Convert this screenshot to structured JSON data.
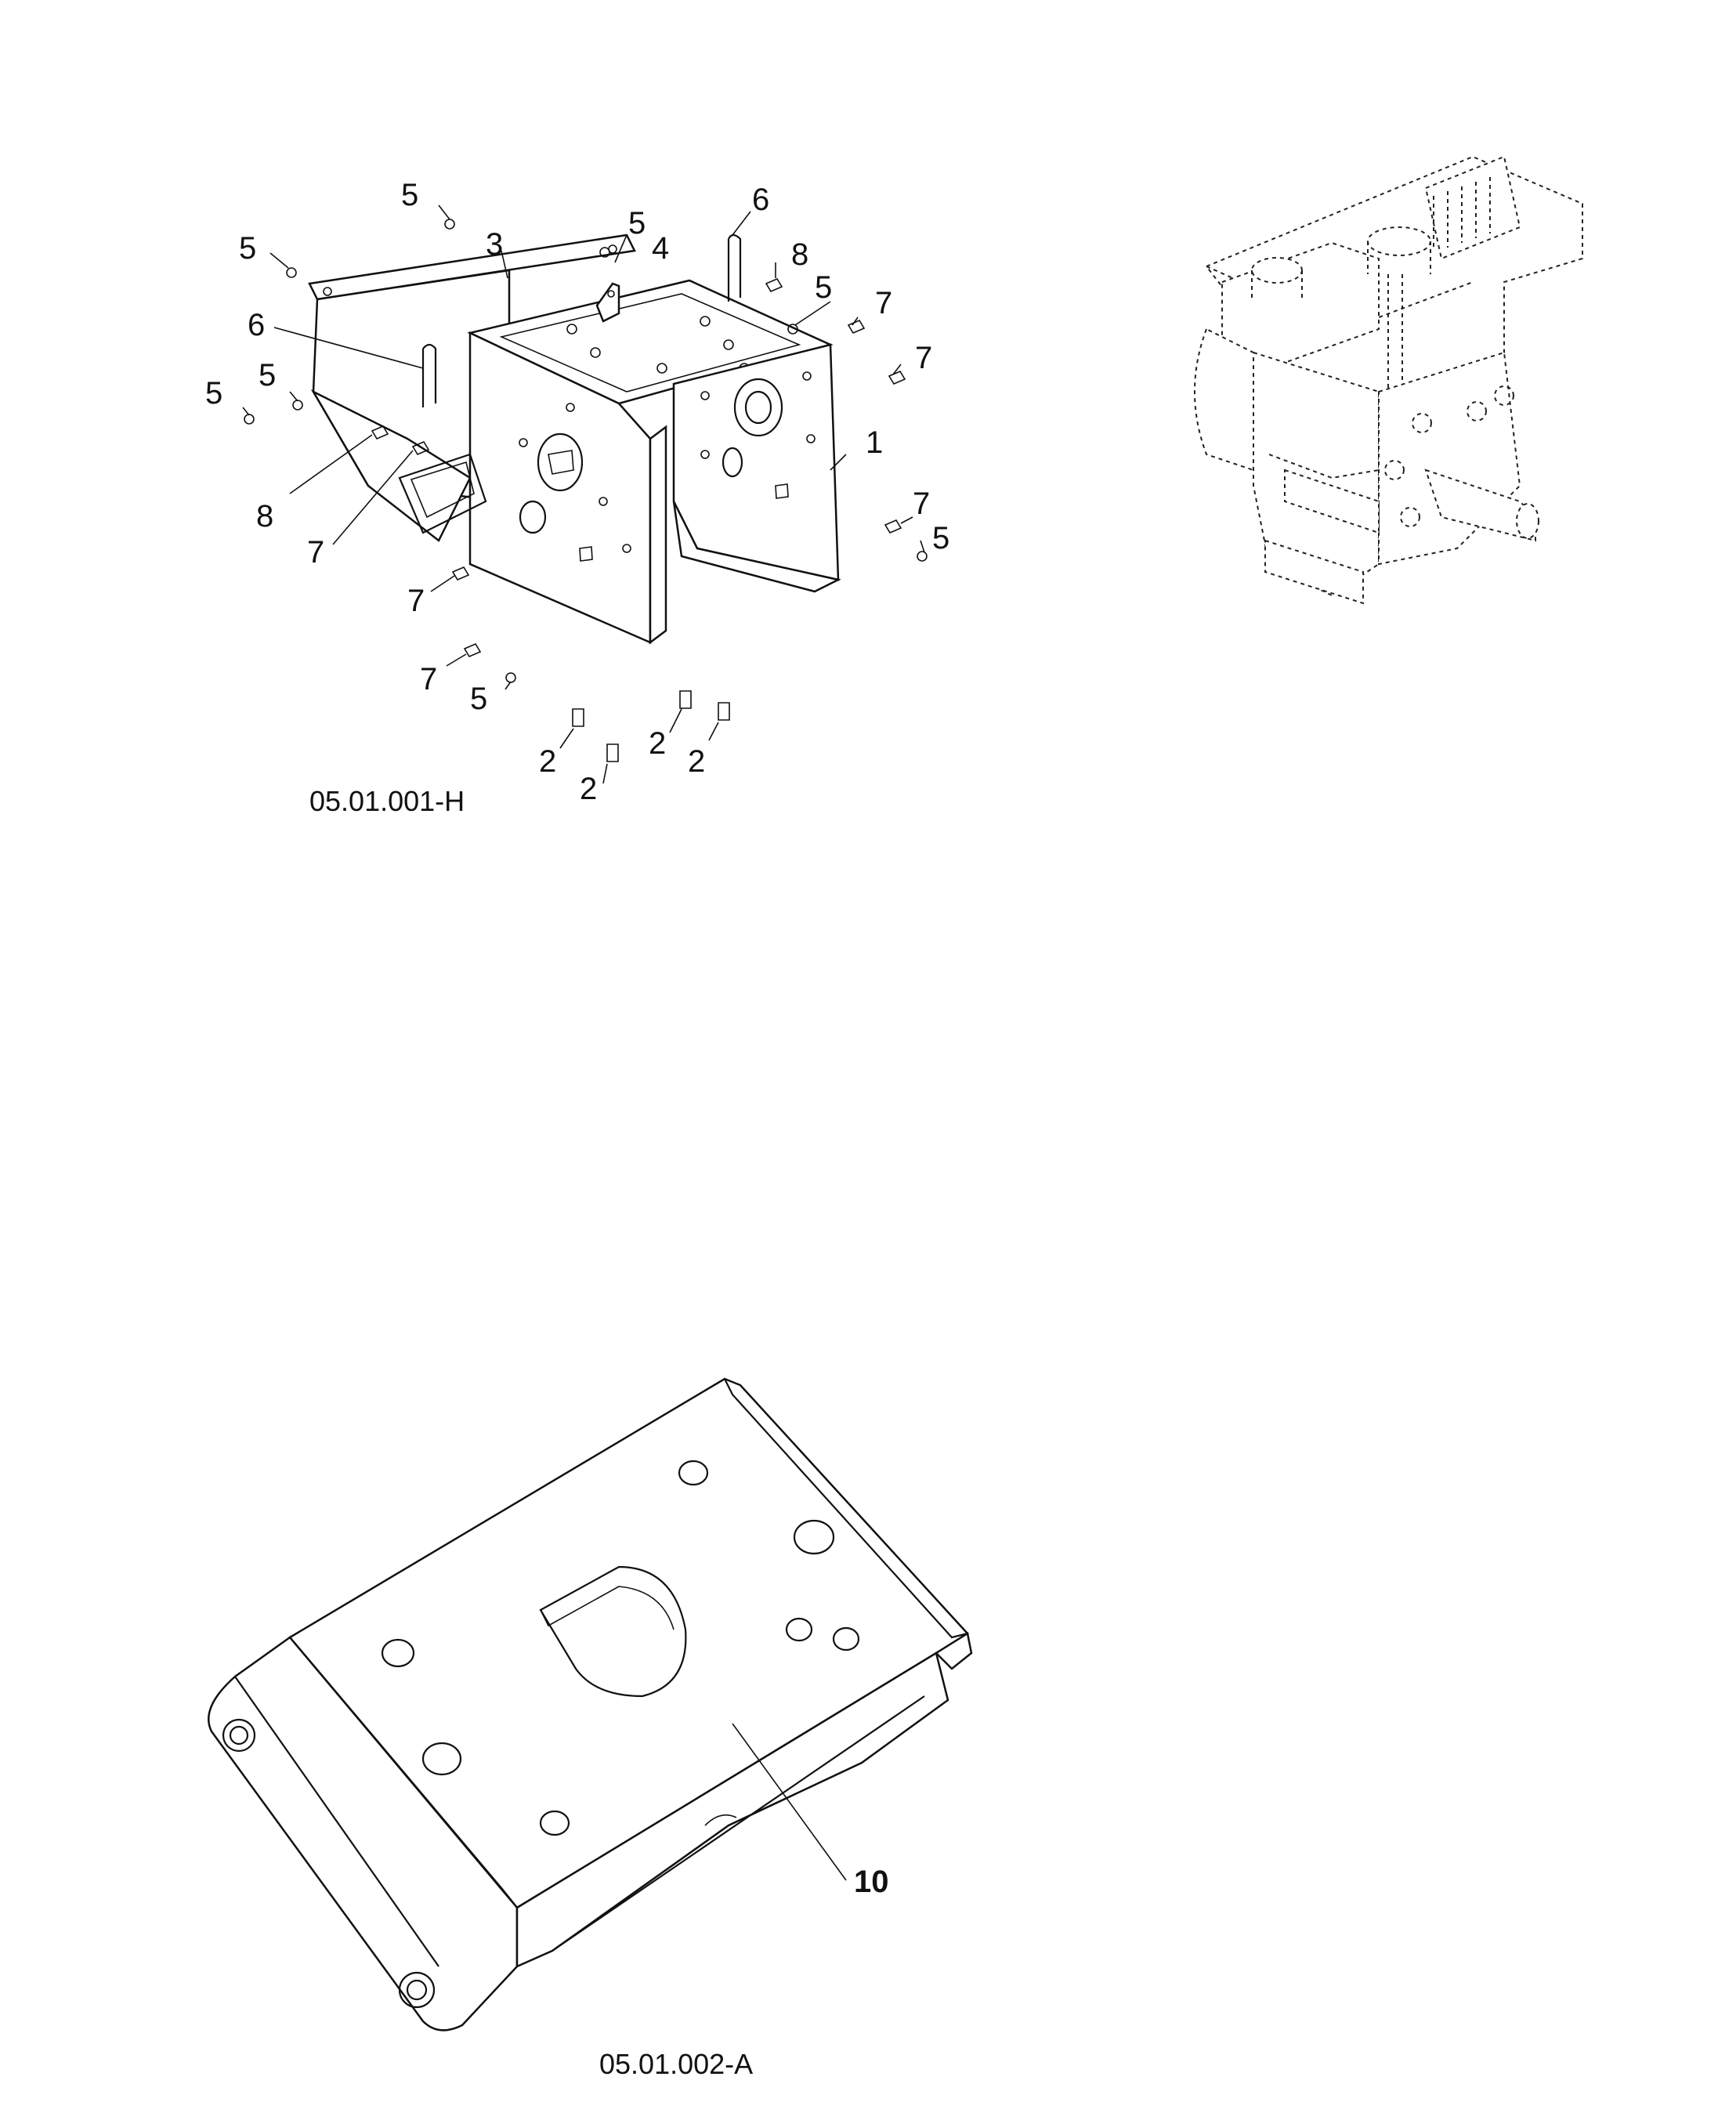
{
  "figures": [
    {
      "ref": "05.01.001-H",
      "callouts": [
        "5",
        "5",
        "3",
        "5",
        "4",
        "6",
        "6",
        "5",
        "5",
        "8",
        "5",
        "7",
        "7",
        "1",
        "8",
        "7",
        "7",
        "5",
        "7",
        "7",
        "5",
        "2",
        "2",
        "2",
        "2"
      ]
    },
    {
      "ref": "05.01.002-A",
      "callouts": [
        "10"
      ]
    }
  ],
  "engine_reference": {
    "style": "dashed-outline",
    "icon": "engine-outline"
  }
}
